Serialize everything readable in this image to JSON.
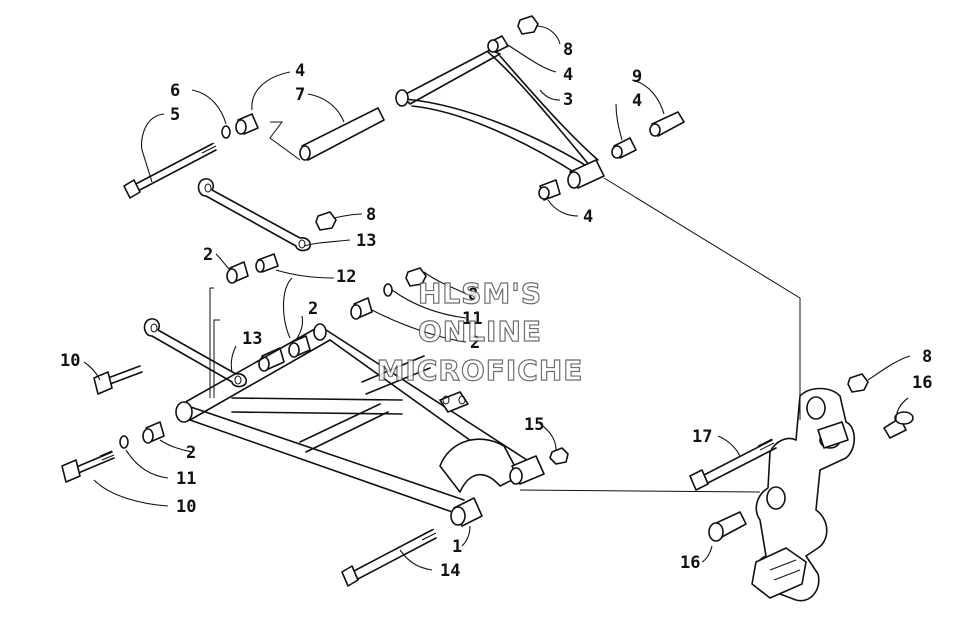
{
  "watermark": {
    "line1": "HLSM'S",
    "line2": "ONLINE",
    "line3": "MICROFICHE"
  },
  "callouts": [
    {
      "id": "c-8a",
      "text": "8"
    },
    {
      "id": "c-4a",
      "text": "4"
    },
    {
      "id": "c-3",
      "text": "3"
    },
    {
      "id": "c-6",
      "text": "6"
    },
    {
      "id": "c-5",
      "text": "5"
    },
    {
      "id": "c-4b",
      "text": "4"
    },
    {
      "id": "c-7",
      "text": "7"
    },
    {
      "id": "c-9",
      "text": "9"
    },
    {
      "id": "c-4c",
      "text": "4"
    },
    {
      "id": "c-4d",
      "text": "4"
    },
    {
      "id": "c-8b",
      "text": "8"
    },
    {
      "id": "c-13a",
      "text": "13"
    },
    {
      "id": "c-2a",
      "text": "2"
    },
    {
      "id": "c-12",
      "text": "12"
    },
    {
      "id": "c-8c",
      "text": "8"
    },
    {
      "id": "c-11a",
      "text": "11"
    },
    {
      "id": "c-2b",
      "text": "2"
    },
    {
      "id": "c-2c",
      "text": "2"
    },
    {
      "id": "c-13b",
      "text": "13"
    },
    {
      "id": "c-10a",
      "text": "10"
    },
    {
      "id": "c-2d",
      "text": "2"
    },
    {
      "id": "c-11b",
      "text": "11"
    },
    {
      "id": "c-10b",
      "text": "10"
    },
    {
      "id": "c-15",
      "text": "15"
    },
    {
      "id": "c-1",
      "text": "1"
    },
    {
      "id": "c-14",
      "text": "14"
    },
    {
      "id": "c-17",
      "text": "17"
    },
    {
      "id": "c-8d",
      "text": "8"
    },
    {
      "id": "c-16a",
      "text": "16"
    },
    {
      "id": "c-16b",
      "text": "16"
    }
  ]
}
